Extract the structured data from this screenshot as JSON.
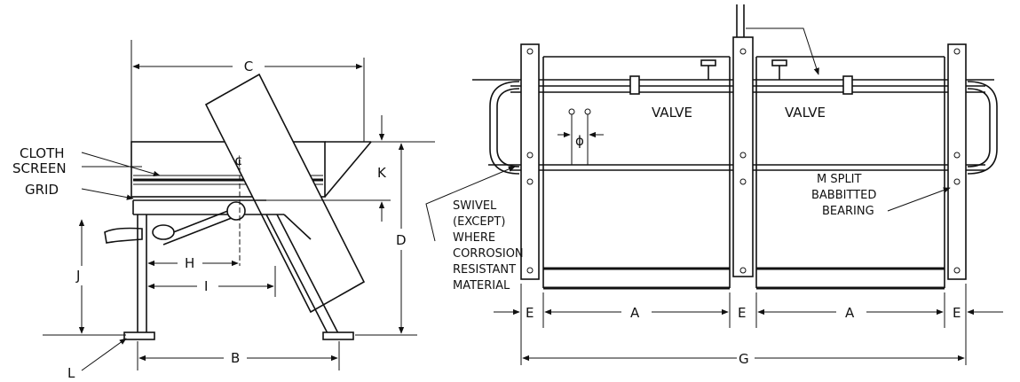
{
  "dimensions": {
    "A_left": "A",
    "A_right": "A",
    "B": "B",
    "C": "C",
    "D": "D",
    "E_1": "E",
    "E_2": "E",
    "E_3": "E",
    "G": "G",
    "H": "H",
    "I": "I",
    "J": "J",
    "K": "K",
    "L": "L",
    "phi": "ϕ",
    "cl": "¢"
  },
  "side_view": {
    "cloth": "CLOTH",
    "screen": "SCREEN",
    "grid": "GRID"
  },
  "front_view": {
    "valve_left": "VALVE",
    "valve_right": "VALVE",
    "swivel_note": [
      "SWIVEL",
      "(EXCEPT)",
      "WHERE",
      "CORROSION",
      "RESISTANT",
      "MATERIAL"
    ],
    "bearing_note": [
      "M SPLIT",
      "BABBITTED",
      "BEARING"
    ]
  }
}
